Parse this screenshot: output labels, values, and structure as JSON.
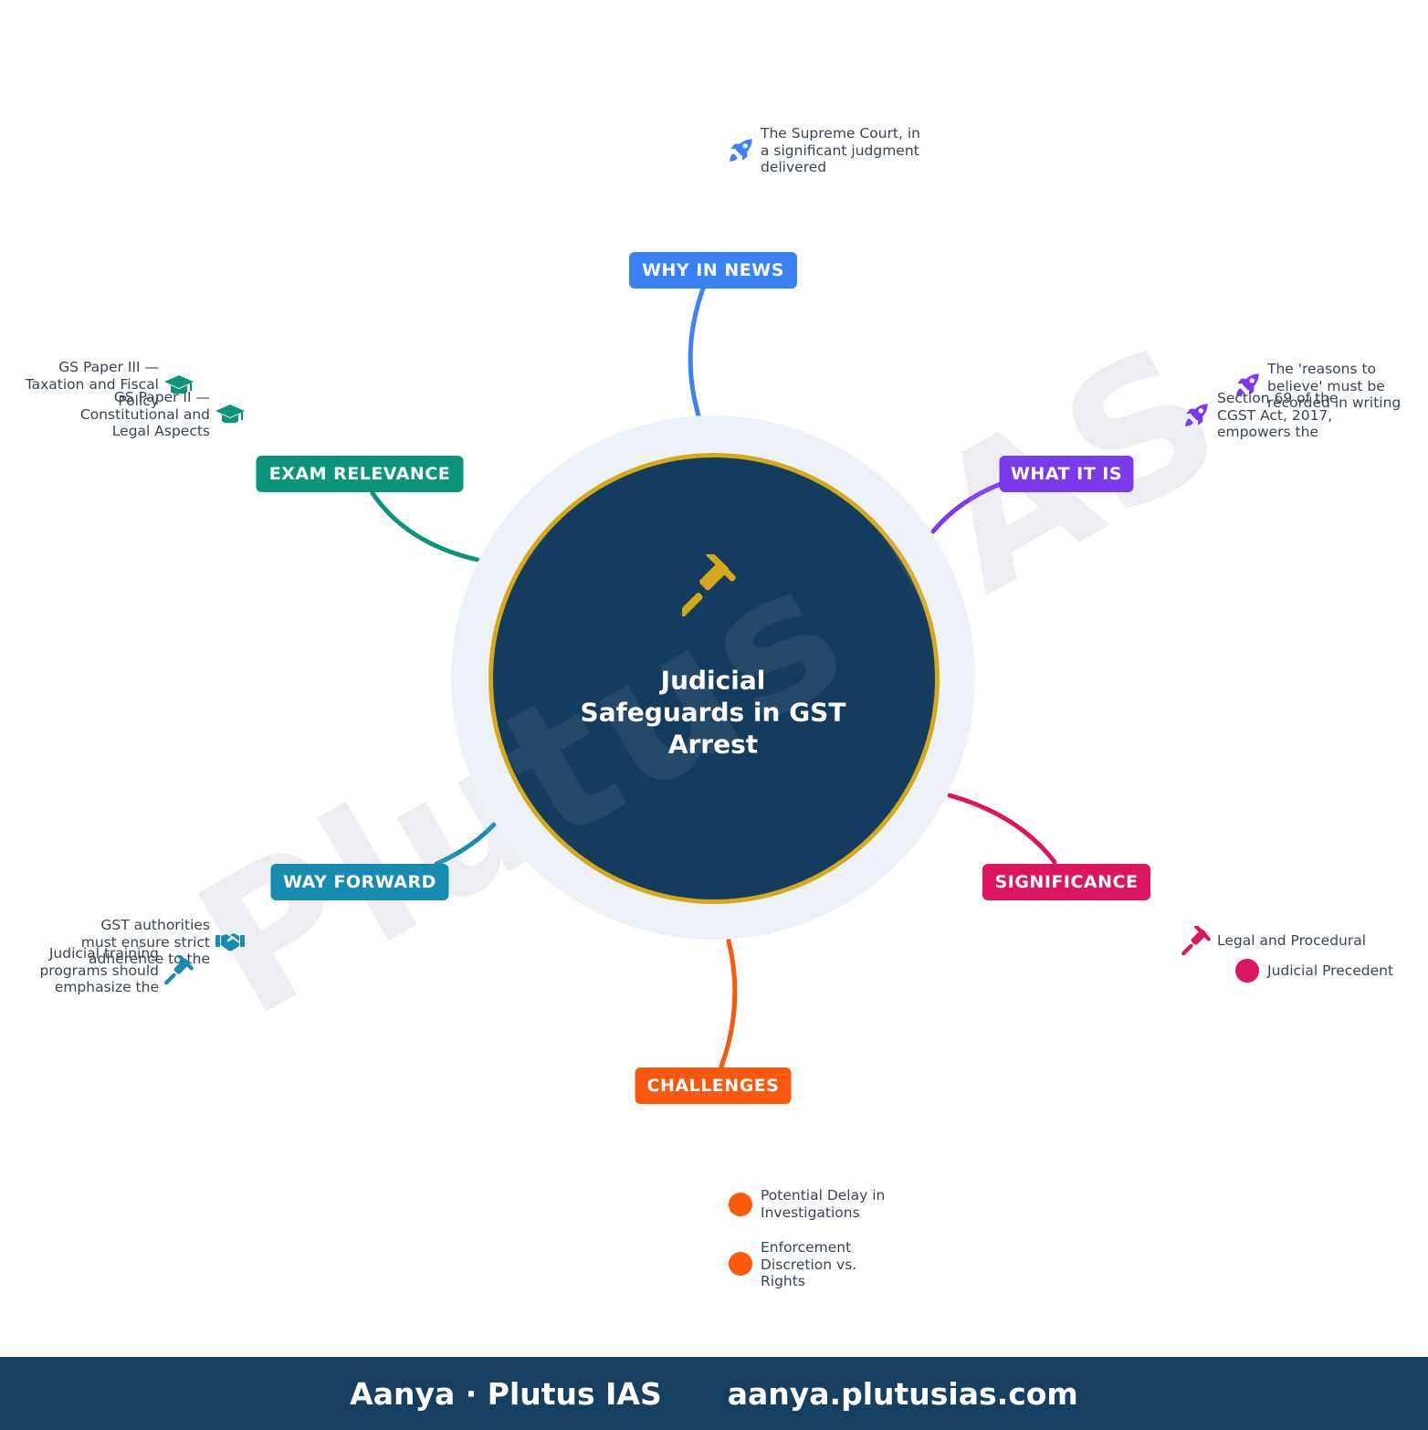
{
  "watermark": "Plutus IAS",
  "center": {
    "title": "Judicial Safeguards in GST Arrest",
    "icon": "gavel-icon"
  },
  "colors": {
    "center_fill": "#143c5e",
    "center_ring": "#d4a91a",
    "halo": "#edf2f8",
    "why_in_news": "#3b82f6",
    "what_it_is": "#7c3aed",
    "significance": "#db1560",
    "challenges": "#fa580c",
    "way_forward": "#178bb0",
    "exam_relevance": "#0c9478",
    "footer": "#173f5f"
  },
  "branches": {
    "why_in_news": {
      "label": "WHY IN NEWS",
      "items": [
        {
          "text": "The Supreme Court, in a significant judgment delivered",
          "icon": "rocket-icon"
        }
      ]
    },
    "what_it_is": {
      "label": "WHAT IT IS",
      "items": [
        {
          "text": "The 'reasons to believe' must be recorded in writing",
          "icon": "rocket-icon"
        },
        {
          "text": "Section 69 of the CGST Act, 2017, empowers the",
          "icon": "rocket-icon"
        }
      ]
    },
    "significance": {
      "label": "SIGNIFICANCE",
      "items": [
        {
          "text": "Legal and Procedural",
          "icon": "gavel-icon"
        },
        {
          "text": "Judicial Precedent",
          "icon": "dot-icon"
        }
      ]
    },
    "challenges": {
      "label": "CHALLENGES",
      "items": [
        {
          "text": "Potential Delay in Investigations",
          "icon": "dot-icon"
        },
        {
          "text": "Enforcement Discretion vs. Rights",
          "icon": "dot-icon"
        }
      ]
    },
    "way_forward": {
      "label": "WAY FORWARD",
      "items": [
        {
          "text": "GST authorities must ensure strict adherence to the",
          "icon": "handshake-icon"
        },
        {
          "text": "Judicial training programs should emphasize the",
          "icon": "gavel-icon"
        }
      ]
    },
    "exam_relevance": {
      "label": "EXAM RELEVANCE",
      "items": [
        {
          "text": "GS Paper III — Taxation and Fiscal Policy",
          "icon": "graduation-cap-icon"
        },
        {
          "text": "GS Paper II — Constitutional and Legal Aspects",
          "icon": "graduation-cap-icon"
        }
      ]
    }
  },
  "footer": {
    "left": "Aanya · Plutus IAS",
    "right": "aanya.plutusias.com"
  }
}
